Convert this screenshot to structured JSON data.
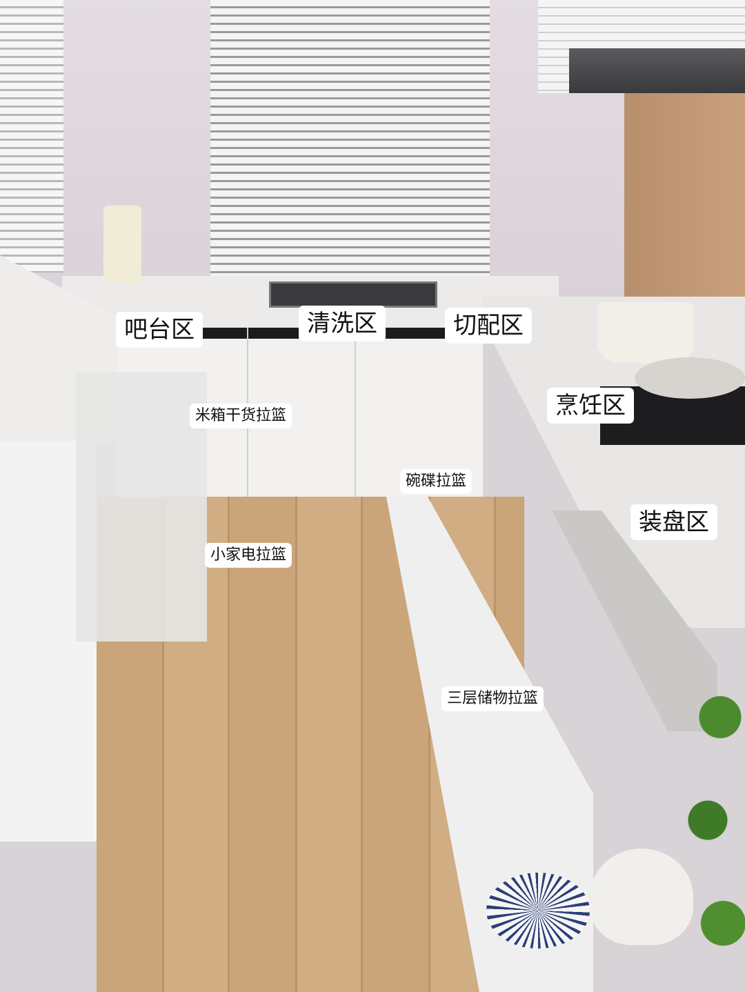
{
  "scene": {
    "description": "U-shaped kitchen with open drawers and zone labels",
    "colors": {
      "label_bg": "#ffffff",
      "label_text": "#111111",
      "floor": "#caa579",
      "cabinet": "#f2f1f0",
      "backsplash": "#c9a07c"
    }
  },
  "labels": {
    "bar_zone": "吧台区",
    "washing_zone": "清洗区",
    "prep_zone": "切配区",
    "cooking_zone": "烹饪区",
    "plating_zone": "装盘区",
    "rice_dry_goods_basket": "米箱干货拉篮",
    "dish_basket": "碗碟拉篮",
    "small_appliance_basket": "小家电拉篮",
    "three_tier_storage_basket": "三层储物拉篮"
  }
}
